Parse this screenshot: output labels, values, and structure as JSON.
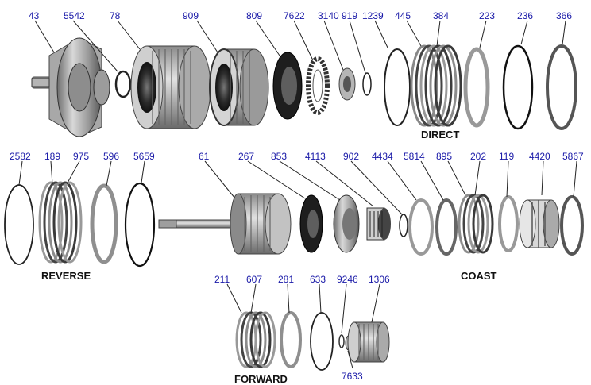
{
  "parts": {
    "p43": "43",
    "p5542": "5542",
    "p78": "78",
    "p909": "909",
    "p809": "809",
    "p7622": "7622",
    "p3140": "3140",
    "p919": "919",
    "p1239": "1239",
    "p445": "445",
    "p384": "384",
    "p223": "223",
    "p236": "236",
    "p366": "366",
    "p2582": "2582",
    "p189": "189",
    "p975": "975",
    "p596": "596",
    "p5659": "5659",
    "p61": "61",
    "p267": "267",
    "p853": "853",
    "p4113": "4113",
    "p902": "902",
    "p4434": "4434",
    "p5814": "5814",
    "p895": "895",
    "p202": "202",
    "p119": "119",
    "p4420": "4420",
    "p5867": "5867",
    "p211": "211",
    "p607": "607",
    "p281": "281",
    "p633": "633",
    "p9246": "9246",
    "p1306": "1306",
    "p7633": "7633"
  },
  "groups": {
    "direct": "DIRECT",
    "reverse": "REVERSE",
    "coast": "COAST",
    "forward": "FORWARD"
  },
  "colors": {
    "part_number": "#1a1aa8",
    "group_label": "#111111",
    "metal_light": "#c9c9c9",
    "metal_dark": "#3a3a3a"
  }
}
